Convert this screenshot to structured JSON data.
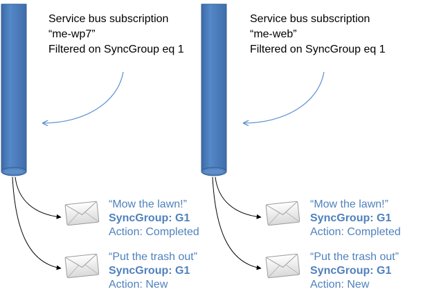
{
  "subscriptions": [
    {
      "title": "Service bus subscription",
      "name": "“me-wp7”",
      "filter": "Filtered on SyncGroup eq 1",
      "messages": [
        {
          "title": "“Mow the lawn!”",
          "sync_group": "SyncGroup: G1",
          "action": "Action: Completed"
        },
        {
          "title": "“Put the trash out”",
          "sync_group": "SyncGroup: G1",
          "action": "Action: New"
        }
      ]
    },
    {
      "title": "Service bus subscription",
      "name": "“me-web”",
      "filter": "Filtered on SyncGroup eq 1",
      "messages": [
        {
          "title": "“Mow the lawn!”",
          "sync_group": "SyncGroup: G1",
          "action": "Action: Completed"
        },
        {
          "title": "“Put the trash out”",
          "sync_group": "SyncGroup: G1",
          "action": "Action: New"
        }
      ]
    }
  ],
  "colors": {
    "cylinder_fill": "#4f81bd",
    "cylinder_stroke": "#3a5f8f",
    "arrow_stroke": "#5b8fd0",
    "message_text": "#4f81bd"
  }
}
